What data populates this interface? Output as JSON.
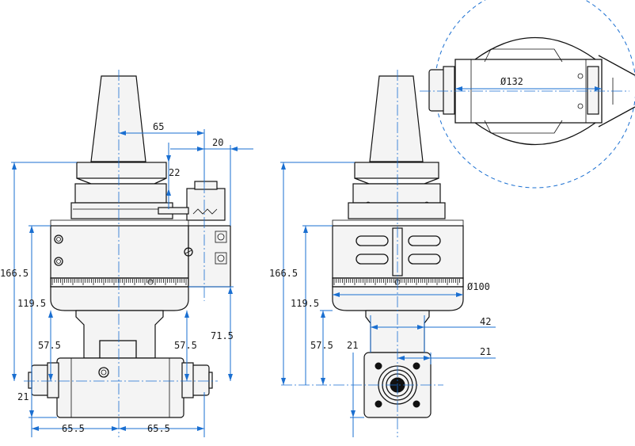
{
  "dimensions": {
    "front": {
      "overall_height": "166.5",
      "height_119": "119.5",
      "height_57_left": "57.5",
      "height_21": "21",
      "height_57_right": "57.5",
      "height_71": "71.5",
      "offset_65": "65",
      "offset_22": "22",
      "offset_20": "20",
      "width_left": "65.5",
      "width_right": "65.5"
    },
    "side": {
      "overall_height": "166.5",
      "height_119": "119.5",
      "height_57": "57.5",
      "height_21": "21",
      "diameter_100": "100",
      "width_42": "42",
      "width_21": "21"
    },
    "detail": {
      "diameter_132": "132"
    }
  },
  "symbols": {
    "diameter": "Ø"
  },
  "colors": {
    "part_lines": "#111111",
    "dimension_lines": "#1a6fd1"
  }
}
